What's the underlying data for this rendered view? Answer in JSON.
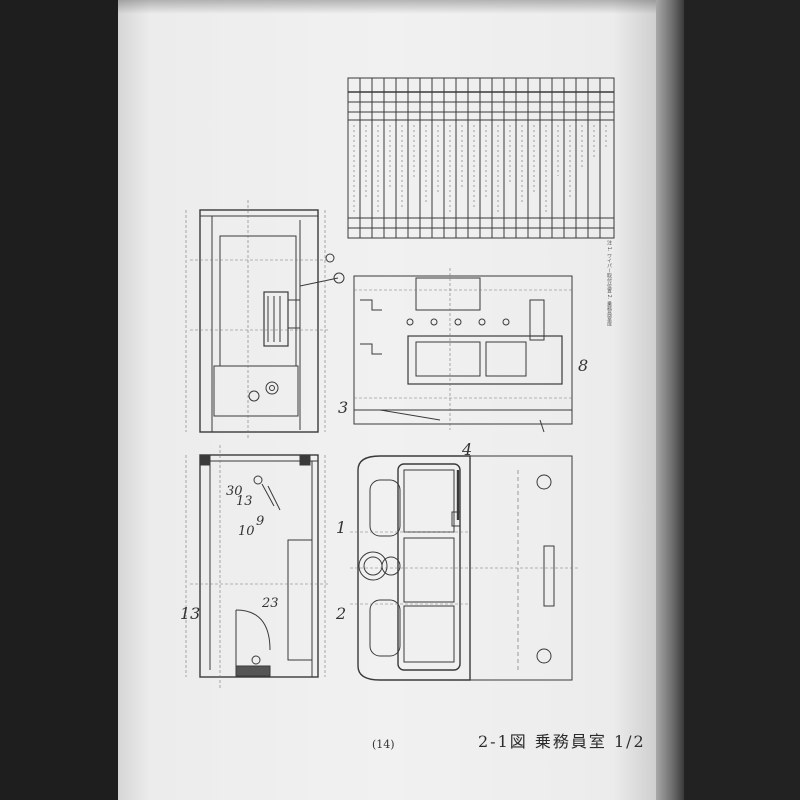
{
  "document": {
    "caption": "2-1図 乗務員室 1/2",
    "page_number": "(14)"
  },
  "labels": {
    "ref_13_left": "13",
    "ref_1": "1",
    "ref_2": "2",
    "ref_3": "3",
    "ref_4": "4",
    "ref_8": "8",
    "ref_9": "9",
    "ref_10": "10",
    "ref_13_mid": "13",
    "ref_23": "23",
    "ref_30": "30"
  },
  "notes": {
    "text": "注 1. ワイパー取付位置 2. 乗務員室扉"
  }
}
